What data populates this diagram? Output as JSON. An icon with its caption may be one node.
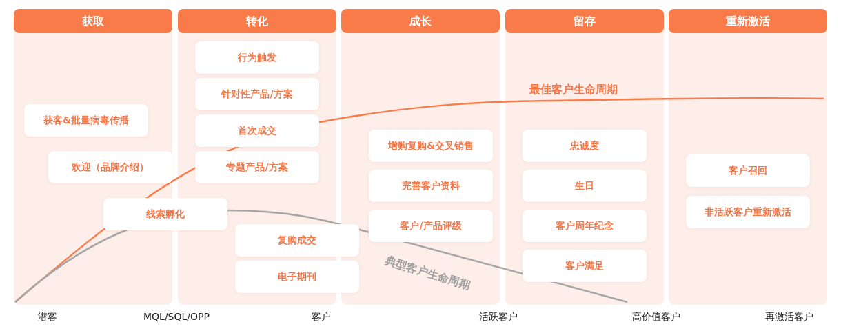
{
  "diagram": {
    "nodes": [
      {
        "text": [
          "获取"
        ]
      },
      {
        "text": [
          "获客&批量病毒传播"
        ],
        "in": 0
      },
      {
        "text": [
          "欢迎（品牌介绍）"
        ],
        "in": 0
      },
      {
        "text": [
          "线索孵化"
        ]
      },
      {
        "text": [
          "转化"
        ]
      },
      {
        "text": [
          "行为触发"
        ],
        "in": 4
      },
      {
        "text": [
          "针对性产品/方案"
        ],
        "in": 4
      },
      {
        "text": [
          "首次成交"
        ],
        "in": 4
      },
      {
        "text": [
          "专题产品/方案"
        ],
        "in": 4
      },
      {
        "text": [
          "复购成交"
        ]
      },
      {
        "text": [
          "电子期刊"
        ]
      },
      {
        "text": [
          "成长"
        ]
      },
      {
        "text": [
          "增购复购&交叉销售"
        ],
        "in": 11
      },
      {
        "text": [
          "完善客户资料"
        ],
        "in": 11
      },
      {
        "text": [
          "客户/产品评级"
        ],
        "in": 11
      },
      {
        "text": [
          "留存"
        ]
      },
      {
        "text": [
          "忠诚度"
        ],
        "in": 15
      },
      {
        "text": [
          "生日"
        ],
        "in": 15
      },
      {
        "text": [
          "客户周年纪念"
        ],
        "in": 15
      },
      {
        "text": [
          "客户满足"
        ],
        "in": 15
      },
      {
        "text": [
          "重新激活"
        ]
      },
      {
        "text": [
          "客户召回"
        ],
        "in": 20
      },
      {
        "text": [
          "非活跃客户重新激活"
        ],
        "in": 20
      }
    ],
    "edges": [],
    "labels": [
      "最佳客户生命周期",
      "典型客户生命周期",
      "潜客",
      "MQL/SQL/OPP",
      "客户",
      "活跃客户",
      "高价值客户",
      "再激活客户"
    ]
  }
}
